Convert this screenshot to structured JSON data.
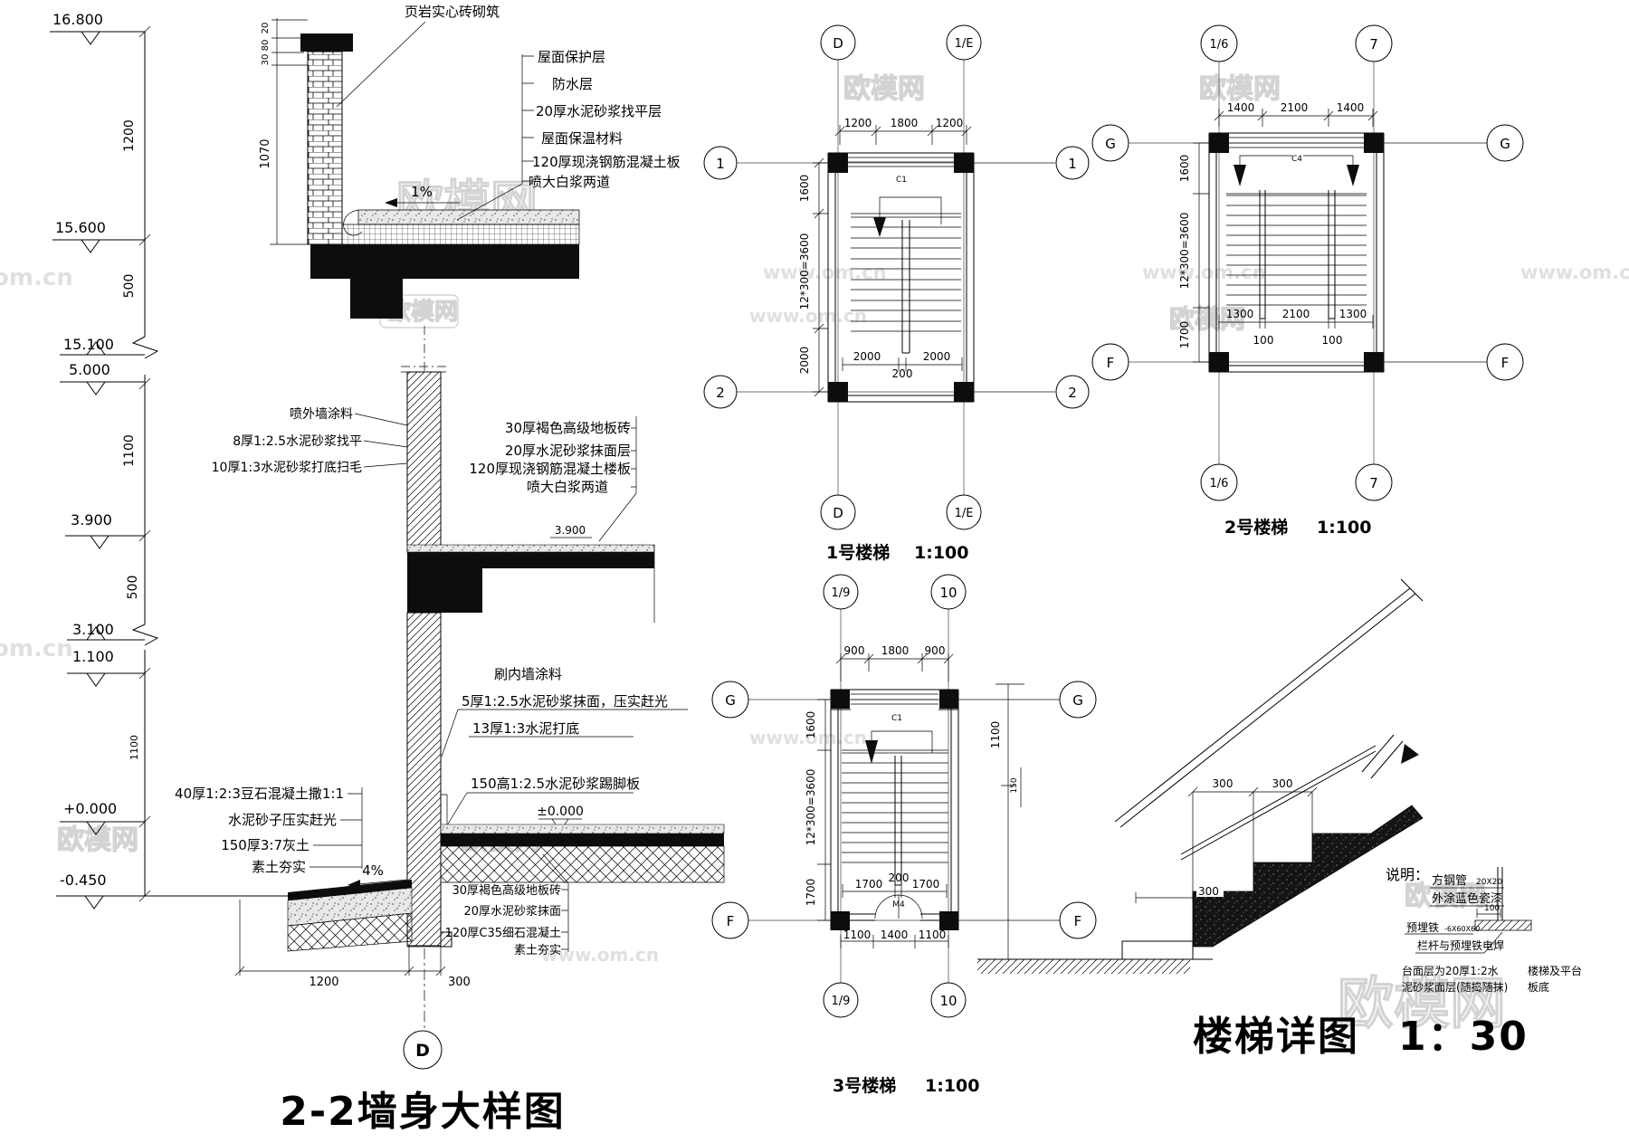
{
  "wall": {
    "title": "2-2墙身大样图",
    "bubble": "D",
    "elev": {
      "e16800": "16.800",
      "e15600": "15.600",
      "e15100": "15.100",
      "e5000": "5.000",
      "e3900": "3.900",
      "e3100": "3.100",
      "e1100": "1.100",
      "e0": "+0.000",
      "em450": "-0.450",
      "mid_level": "3.900",
      "floor_zero": "±0.000"
    },
    "vdims": [
      "1200",
      "500",
      "1100",
      "500",
      "1100"
    ],
    "parapet_dims": [
      "20",
      "80",
      "30",
      "1070"
    ],
    "roof_slope": "1%",
    "apron_slope": "4%",
    "brick_label": "页岩实心砖砌筑",
    "roof_layers": [
      "屋面保护层",
      "防水层",
      "20厚水泥砂浆找平层",
      "屋面保温材料",
      "120厚现浇钢筋混凝土板",
      "喷大白浆两道"
    ],
    "ext_finish": [
      "喷外墙涂料",
      "8厚1:2.5水泥砂浆找平",
      "10厚1:3水泥砂浆打底扫毛"
    ],
    "mid_floor": [
      "30厚褐色高级地板砖",
      "20厚水泥砂浆抹面层",
      "120厚现浇钢筋混凝土楼板",
      "喷大白浆两道"
    ],
    "int_finish": [
      "刷内墙涂料",
      "5厚1:2.5水泥砂浆抹面，压实赶光",
      "13厚1:3水泥打底"
    ],
    "skirting": "150高1:2.5水泥砂浆踢脚板",
    "ground_left": [
      "40厚1:2:3豆石混凝土撒1:1",
      "水泥砂子压实赶光",
      "150厚3:7灰土",
      "素土夯实"
    ],
    "ground_right": [
      "30厚褐色高级地板砖",
      "20厚水泥砂浆抹面",
      "120厚C35细石混凝土",
      "素土夯实"
    ],
    "bdims": [
      "1200",
      "300"
    ]
  },
  "stair1": {
    "name": "1号楼梯",
    "scale": "1:100",
    "window": "C1",
    "top": [
      "1200",
      "1800",
      "1200"
    ],
    "left": [
      "1600",
      "12*300=3600",
      "2000"
    ],
    "bottom": [
      "2000",
      "200",
      "2000"
    ],
    "bub": {
      "tl": "D",
      "tr": "1/E",
      "lt": "1",
      "lb": "2",
      "rt": "1",
      "rb": "2",
      "bl": "D",
      "br": "1/E"
    }
  },
  "stair2": {
    "name": "2号楼梯",
    "scale": "1:100",
    "window": "C4",
    "top": [
      "1400",
      "2100",
      "1400"
    ],
    "left": [
      "1600",
      "12*300=3600",
      "1700"
    ],
    "bottom": [
      "1300",
      "2100",
      "1300"
    ],
    "b100": "100",
    "bub": {
      "tl": "1/6",
      "tr": "7",
      "lt": "G",
      "lb": "F",
      "rt": "G",
      "rb": "F",
      "bl": "1/6",
      "br": "7"
    }
  },
  "stair3": {
    "name": "3号楼梯",
    "scale": "1:100",
    "window": "C1",
    "door": "M4",
    "top": [
      "900",
      "1800",
      "900"
    ],
    "left": [
      "1600",
      "12*300=3600",
      "1700"
    ],
    "mid": [
      "1700",
      "200",
      "1700"
    ],
    "bottom": [
      "1100",
      "1400",
      "1100"
    ],
    "bub": {
      "tl": "1/9",
      "tr": "10",
      "lt": "G",
      "lb": "F",
      "rt": "G",
      "rb": "F",
      "bl": "1/9",
      "br": "10"
    }
  },
  "detail": {
    "title": "楼梯详图",
    "scale": "1：30",
    "dim1100": "1100",
    "dim150": "150",
    "dim300": "300",
    "notes_label": "说明：",
    "note_tube": "方钢管",
    "note_tube_size": "20X20",
    "note_paint": "外涂蓝色瓷漆",
    "note_100": "100",
    "note_embed": "预埋铁",
    "note_embed_size": "-6X60X60",
    "note_weld": "栏杆与预埋铁电焊",
    "note_surf1": "台面层为20厚1:2水",
    "note_surf_r1": "楼梯及平台",
    "note_surf2": "泥砂浆面层(随捣随抹)",
    "note_surf_r2": "板底"
  },
  "watermark": {
    "brand": "欧模网",
    "url": "www.om.cn",
    "url2": "om.cn"
  }
}
